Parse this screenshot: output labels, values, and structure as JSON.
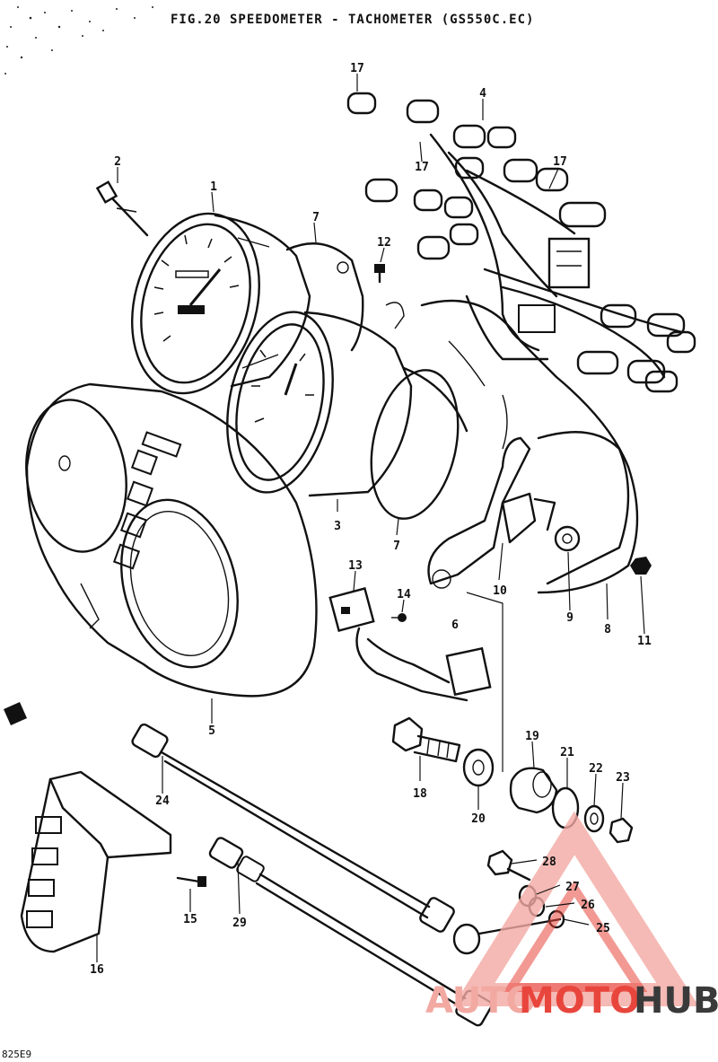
{
  "title": "FIG.20  SPEEDOMETER - TACHOMETER (GS550C.EC)",
  "ref_code": "825E9",
  "watermark": {
    "part1": "AUTO",
    "part2": "MOTO",
    "part3": "HUB",
    "red": "#e8453c",
    "light": "#f2a9a2",
    "dark": "#3a3a3a"
  },
  "callouts": [
    "1",
    "2",
    "3",
    "4",
    "5",
    "6",
    "7",
    "7",
    "8",
    "9",
    "10",
    "11",
    "12",
    "13",
    "14",
    "15",
    "16",
    "17",
    "17",
    "17",
    "18",
    "19",
    "20",
    "21",
    "22",
    "23",
    "24",
    "25",
    "26",
    "27",
    "28",
    "29"
  ]
}
